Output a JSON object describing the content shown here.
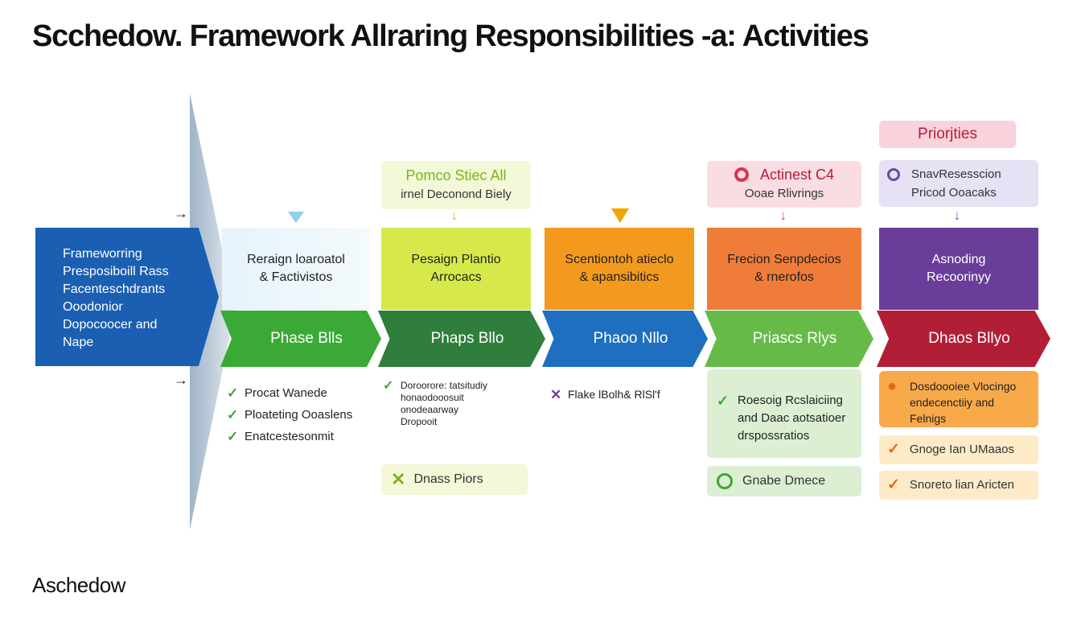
{
  "title": "Scchedow. Framework Allraring Responsibilities -a: Activities",
  "footer": "Aschedow",
  "lead": {
    "lines": [
      "Frameworring",
      "Presposiboill Rass",
      "Facenteschdrants",
      "Ooodonior",
      "Dopocoocer and",
      "Nape"
    ]
  },
  "columns": [
    {
      "top_lines": [
        "Reraign loaroatol",
        "& Factivistos"
      ],
      "phase": "Phase Blls",
      "color": "#3aa935",
      "list": [
        {
          "mark": "✓",
          "text": "Procat Wanede"
        },
        {
          "mark": "✓",
          "text": "Ploateting Ooaslens"
        },
        {
          "mark": "✓",
          "text": "Enatcestesonmit"
        }
      ]
    },
    {
      "label_lines": [
        "Pomco Stiec All",
        "irnel Deconond Biely"
      ],
      "top_lines": [
        "Pesaign Plantio",
        "Arrocacs"
      ],
      "phase": "Phaps Bllo",
      "color": "#2f7e3c",
      "note_lines": [
        "Doroorore: tatsitudiy",
        "honaodooosuit",
        "onodeaarway",
        "Dropooit"
      ],
      "bottom": "Dnass Piors"
    },
    {
      "top_lines": [
        "Scentiontoh atieclo",
        "& apansibitics"
      ],
      "phase": "Phaoo Nllo",
      "color": "#1e6fbf",
      "cross": "Flake lBolh& RlSl'f"
    },
    {
      "label_lines": [
        "Actinest C4",
        "Ooae Rlivrings"
      ],
      "top_lines": [
        "Frecion Senpdecios",
        "& rnerofos"
      ],
      "phase": "Priascs Rlys",
      "color": "#66bb48",
      "panel_lines": [
        "Roesoig Rcslaiciing",
        "and Daac aotsatioer",
        "drspossratios"
      ],
      "bottom": "Gnabe Dmece"
    },
    {
      "priorities": "Priorjties",
      "label_lines": [
        "SnavResesscion",
        "Pricod Ooacaks"
      ],
      "top_lines": [
        "Asnoding",
        "Recoorinyy"
      ],
      "phase": "Dhaos Bllyo",
      "color": "#b31e37",
      "panel_lines": [
        "Dosdoooiee Vlocingo",
        "endecenctiiy and",
        "Felnigs"
      ],
      "items": [
        "Gnoge Ian UMaaos",
        "Snoreto lian Aricten"
      ]
    }
  ],
  "arrows": {
    "right": "→",
    "down": "↓"
  }
}
